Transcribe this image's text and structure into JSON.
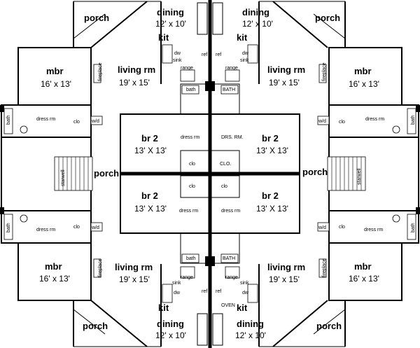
{
  "plan": {
    "unit_top_left": {
      "porch": "porch",
      "dining": "dining",
      "dining_dim": "12' x 10'",
      "kit": "kit",
      "living": "living rm",
      "living_dim": "19' x 15'",
      "mbr": "mbr",
      "mbr_dim": "16' x 13'",
      "fireplace": "fireplace",
      "bath": "bath",
      "bath2": "bath",
      "dress": "dress rm",
      "clo": "clo",
      "wd": "w/d",
      "sink": "sink",
      "range": "range",
      "dw": "dw",
      "ref": "ref",
      "br2": "br 2",
      "br2_dim": "13' X 13'",
      "br2_dress": "dress rm",
      "br2_clo": "clo"
    },
    "unit_top_right": {
      "porch": "porch",
      "dining": "dining",
      "dining_dim": "12' x 10'",
      "kit": "kit",
      "living": "living rm",
      "living_dim": "19' x 15'",
      "mbr": "mbr",
      "mbr_dim": "16' x 13'",
      "fireplace": "fireplace",
      "bath": "bath",
      "bath2": "BATH",
      "dress": "dress rm",
      "clo": "clo",
      "wd": "w/d",
      "sink": "sink",
      "range": "range",
      "dw": "dw",
      "ref": "ref",
      "br2": "br 2",
      "br2_dim": "13' X 13'",
      "br2_dress": "DRS. RM.",
      "br2_clo": "CLO."
    },
    "unit_bottom_left": {
      "porch": "porch",
      "dining": "dining",
      "dining_dim": "12' x 10'",
      "kit": "kit",
      "living": "living rm",
      "living_dim": "19' x 15'",
      "mbr": "mbr",
      "mbr_dim": "16' x 13'",
      "fireplace": "fireplace",
      "bath": "bath",
      "bath2": "bath",
      "dress": "dress rm",
      "clo": "clo",
      "wd": "w/d",
      "sink": "sink",
      "range": "range",
      "dw": "dw",
      "ref": "ref",
      "br2": "br 2",
      "br2_dim": "13' X 13'",
      "br2_dress": "dress rm",
      "br2_clo": "clo"
    },
    "unit_bottom_right": {
      "porch": "porch",
      "dining": "dining",
      "dining_dim": "12' x 10'",
      "kit": "kit",
      "living": "living rm",
      "living_dim": "19' x 15'",
      "mbr": "mbr",
      "mbr_dim": "16' x 13'",
      "fireplace": "fireplace",
      "bath": "bath",
      "bath2": "BATH",
      "dress": "dress rm",
      "clo": "clo",
      "wd": "w/d",
      "sink": "sink",
      "range": "range",
      "dw": "dw",
      "ref": "ref",
      "oven": "OVEN",
      "br2": "br 2",
      "br2_dim": "13' X 13'",
      "br2_dress": "dress rm",
      "br2_clo": "clo"
    },
    "center": {
      "porch_left": "porch",
      "porch_right": "porch",
      "stair_left": "starwell",
      "stair_right": "starwell"
    }
  }
}
